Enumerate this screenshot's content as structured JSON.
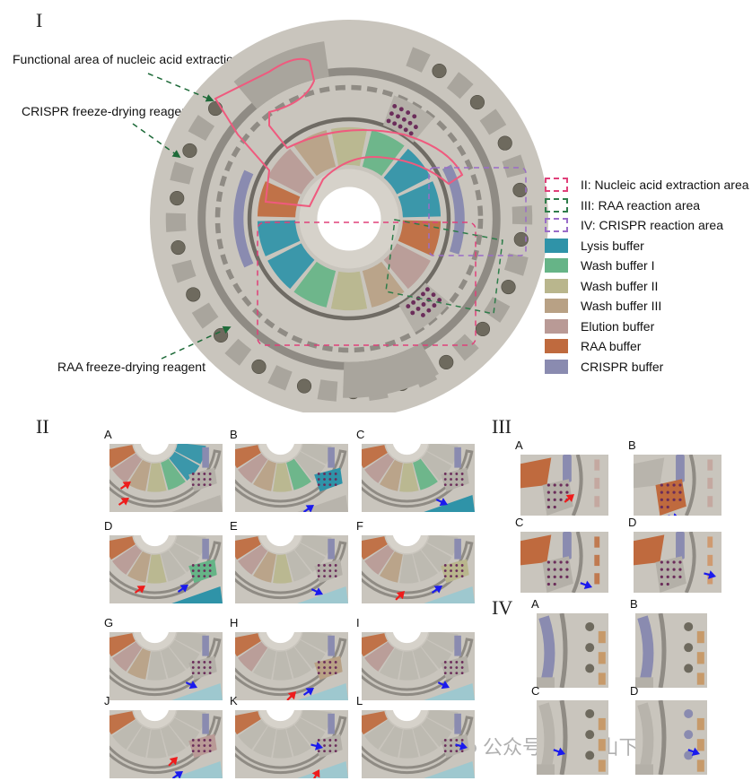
{
  "figure": {
    "panel_I": {
      "label": "I",
      "callouts": {
        "functional_area": "Functional area of nucleic acid extraction",
        "crispr_reagent": "CRISPR freeze-drying reagent",
        "raa_reagent": "RAA freeze-drying reagent"
      }
    },
    "legend": {
      "items": [
        {
          "label": "II: Nucleic acid extraction area",
          "style": "dashed",
          "color": "#e0407a"
        },
        {
          "label": "III: RAA reaction area",
          "style": "dashed",
          "color": "#2e7d4a"
        },
        {
          "label": "IV: CRISPR reaction area",
          "style": "dashed",
          "color": "#9a6cc8"
        },
        {
          "label": "Lysis buffer",
          "style": "solid",
          "color": "#2f93a8"
        },
        {
          "label": "Wash buffer I",
          "style": "solid",
          "color": "#66b487"
        },
        {
          "label": "Wash buffer II",
          "style": "solid",
          "color": "#b9b68d"
        },
        {
          "label": "Wash buffer III",
          "style": "solid",
          "color": "#b8a185"
        },
        {
          "label": "Elution buffer",
          "style": "solid",
          "color": "#b99a96"
        },
        {
          "label": "RAA buffer",
          "style": "solid",
          "color": "#bf6a3e"
        },
        {
          "label": "CRISPR buffer",
          "style": "solid",
          "color": "#8a8bb0"
        }
      ]
    },
    "panel_II": {
      "label": "II",
      "subpanels": [
        "A",
        "B",
        "C",
        "D",
        "E",
        "F",
        "G",
        "H",
        "I",
        "J",
        "K",
        "L"
      ]
    },
    "panel_III": {
      "label": "III",
      "subpanels": [
        "A",
        "B",
        "C",
        "D"
      ]
    },
    "panel_IV": {
      "label": "IV",
      "subpanels": [
        "A",
        "B",
        "C",
        "D"
      ]
    },
    "watermark": "公众号 · 老和山下说IVD",
    "colors": {
      "disc": "#c9c5bd",
      "disc_dark": "#a9a59d",
      "channel": "#8f8b84",
      "arrow_red": "#ee1c1c",
      "arrow_blue": "#1a1aee",
      "outline_pink": "#ef5a7e",
      "dots": "#6b2d5a"
    }
  }
}
